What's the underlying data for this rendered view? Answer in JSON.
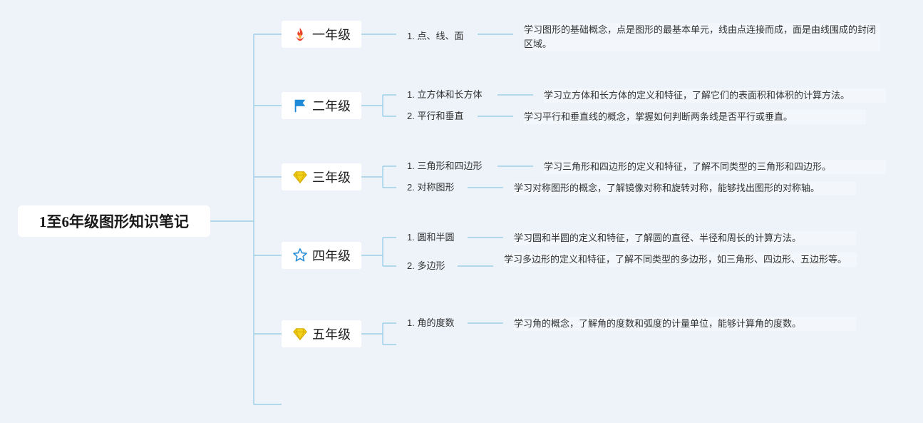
{
  "root": {
    "title": "1至6年级图形知识笔记"
  },
  "grades": [
    {
      "label": "一年级",
      "icon": "fire-icon",
      "topics": [
        {
          "label": "1. 点、线、面",
          "desc": "学习图形的基础概念，点是图形的最基本单元，线由点连接而成，面是由线围成的封闭区域。"
        }
      ]
    },
    {
      "label": "二年级",
      "icon": "flag-icon",
      "topics": [
        {
          "label": "1. 立方体和长方体",
          "desc": "学习立方体和长方体的定义和特征，了解它们的表面积和体积的计算方法。"
        },
        {
          "label": "2. 平行和垂直",
          "desc": "学习平行和垂直线的概念，掌握如何判断两条线是否平行或垂直。"
        }
      ]
    },
    {
      "label": "三年级",
      "icon": "diamond-icon",
      "topics": [
        {
          "label": "1. 三角形和四边形",
          "desc": "学习三角形和四边形的定义和特征，了解不同类型的三角形和四边形。"
        },
        {
          "label": "2. 对称图形",
          "desc": "学习对称图形的概念，了解镜像对称和旋转对称，能够找出图形的对称轴。"
        }
      ]
    },
    {
      "label": "四年级",
      "icon": "star-icon",
      "topics": [
        {
          "label": "1. 圆和半圆",
          "desc": "学习圆和半圆的定义和特征，了解圆的直径、半径和周长的计算方法。"
        },
        {
          "label": "2. 多边形",
          "desc": "学习多边形的定义和特征，了解不同类型的多边形，如三角形、四边形、五边形等。"
        }
      ]
    },
    {
      "label": "五年级",
      "icon": "diamond-icon",
      "topics": [
        {
          "label": "1. 角的度数",
          "desc": "学习角的概念，了解角的度数和弧度的计量单位，能够计算角的度数。"
        }
      ]
    }
  ],
  "colors": {
    "connector": "#9fcfe8",
    "background": "#edf3f9",
    "fire": "#e8452c",
    "flag": "#1f8ad8",
    "diamond": "#f3d21a",
    "star": "#2a8fd6"
  }
}
